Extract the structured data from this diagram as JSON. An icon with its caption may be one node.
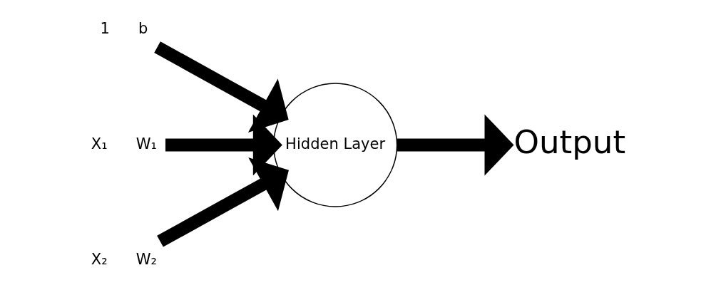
{
  "diagram": {
    "nodes": [
      {
        "text": [
          "1",
          "b"
        ]
      },
      {
        "text": [
          "X₁",
          "W₁"
        ]
      },
      {
        "text": [
          "X₂",
          "W₂"
        ]
      },
      {
        "text": [
          "Hidden Layer"
        ]
      },
      {
        "text": [
          "Output"
        ]
      }
    ],
    "edges": [
      {
        "from": 0,
        "to": 3,
        "arrow": "to"
      },
      {
        "from": 1,
        "to": 3,
        "arrow": "to"
      },
      {
        "from": 2,
        "to": 3,
        "arrow": "to"
      },
      {
        "from": 3,
        "to": 4,
        "arrow": "to"
      }
    ]
  }
}
